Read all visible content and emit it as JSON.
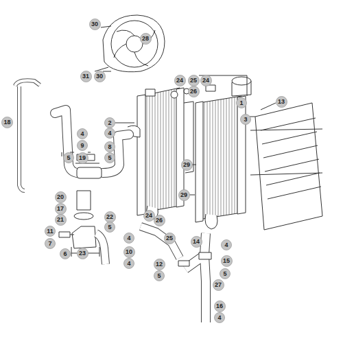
{
  "diagram": {
    "nodes": [
      {
        "text": [
          "30"
        ]
      },
      {
        "text": [
          "28"
        ]
      },
      {
        "text": [
          "31"
        ]
      },
      {
        "text": [
          "30"
        ]
      },
      {
        "text": [
          "24"
        ]
      },
      {
        "text": [
          "25"
        ]
      },
      {
        "text": [
          "24"
        ]
      },
      {
        "text": [
          "26"
        ]
      },
      {
        "text": [
          "1"
        ]
      },
      {
        "text": [
          "13"
        ]
      },
      {
        "text": [
          "3"
        ]
      },
      {
        "text": [
          "18"
        ]
      },
      {
        "text": [
          "2"
        ]
      },
      {
        "text": [
          "4"
        ]
      },
      {
        "text": [
          "4"
        ]
      },
      {
        "text": [
          "9"
        ]
      },
      {
        "text": [
          "8"
        ]
      },
      {
        "text": [
          "5"
        ]
      },
      {
        "text": [
          "19"
        ]
      },
      {
        "text": [
          "5"
        ]
      },
      {
        "text": [
          "29"
        ]
      },
      {
        "text": [
          "20"
        ]
      },
      {
        "text": [
          "29"
        ]
      },
      {
        "text": [
          "17"
        ]
      },
      {
        "text": [
          "24"
        ]
      },
      {
        "text": [
          "26"
        ]
      },
      {
        "text": [
          "21"
        ]
      },
      {
        "text": [
          "22"
        ]
      },
      {
        "text": [
          "5"
        ]
      },
      {
        "text": [
          "11"
        ]
      },
      {
        "text": [
          "4"
        ]
      },
      {
        "text": [
          "25"
        ]
      },
      {
        "text": [
          "14"
        ]
      },
      {
        "text": [
          "4"
        ]
      },
      {
        "text": [
          "7"
        ]
      },
      {
        "text": [
          "10"
        ]
      },
      {
        "text": [
          "6"
        ]
      },
      {
        "text": [
          "23"
        ]
      },
      {
        "text": [
          "15"
        ]
      },
      {
        "text": [
          "4"
        ]
      },
      {
        "text": [
          "12"
        ]
      },
      {
        "text": [
          "5"
        ]
      },
      {
        "text": [
          "5"
        ]
      },
      {
        "text": [
          "27"
        ]
      },
      {
        "text": [
          "16"
        ]
      },
      {
        "text": [
          "4"
        ]
      }
    ]
  }
}
